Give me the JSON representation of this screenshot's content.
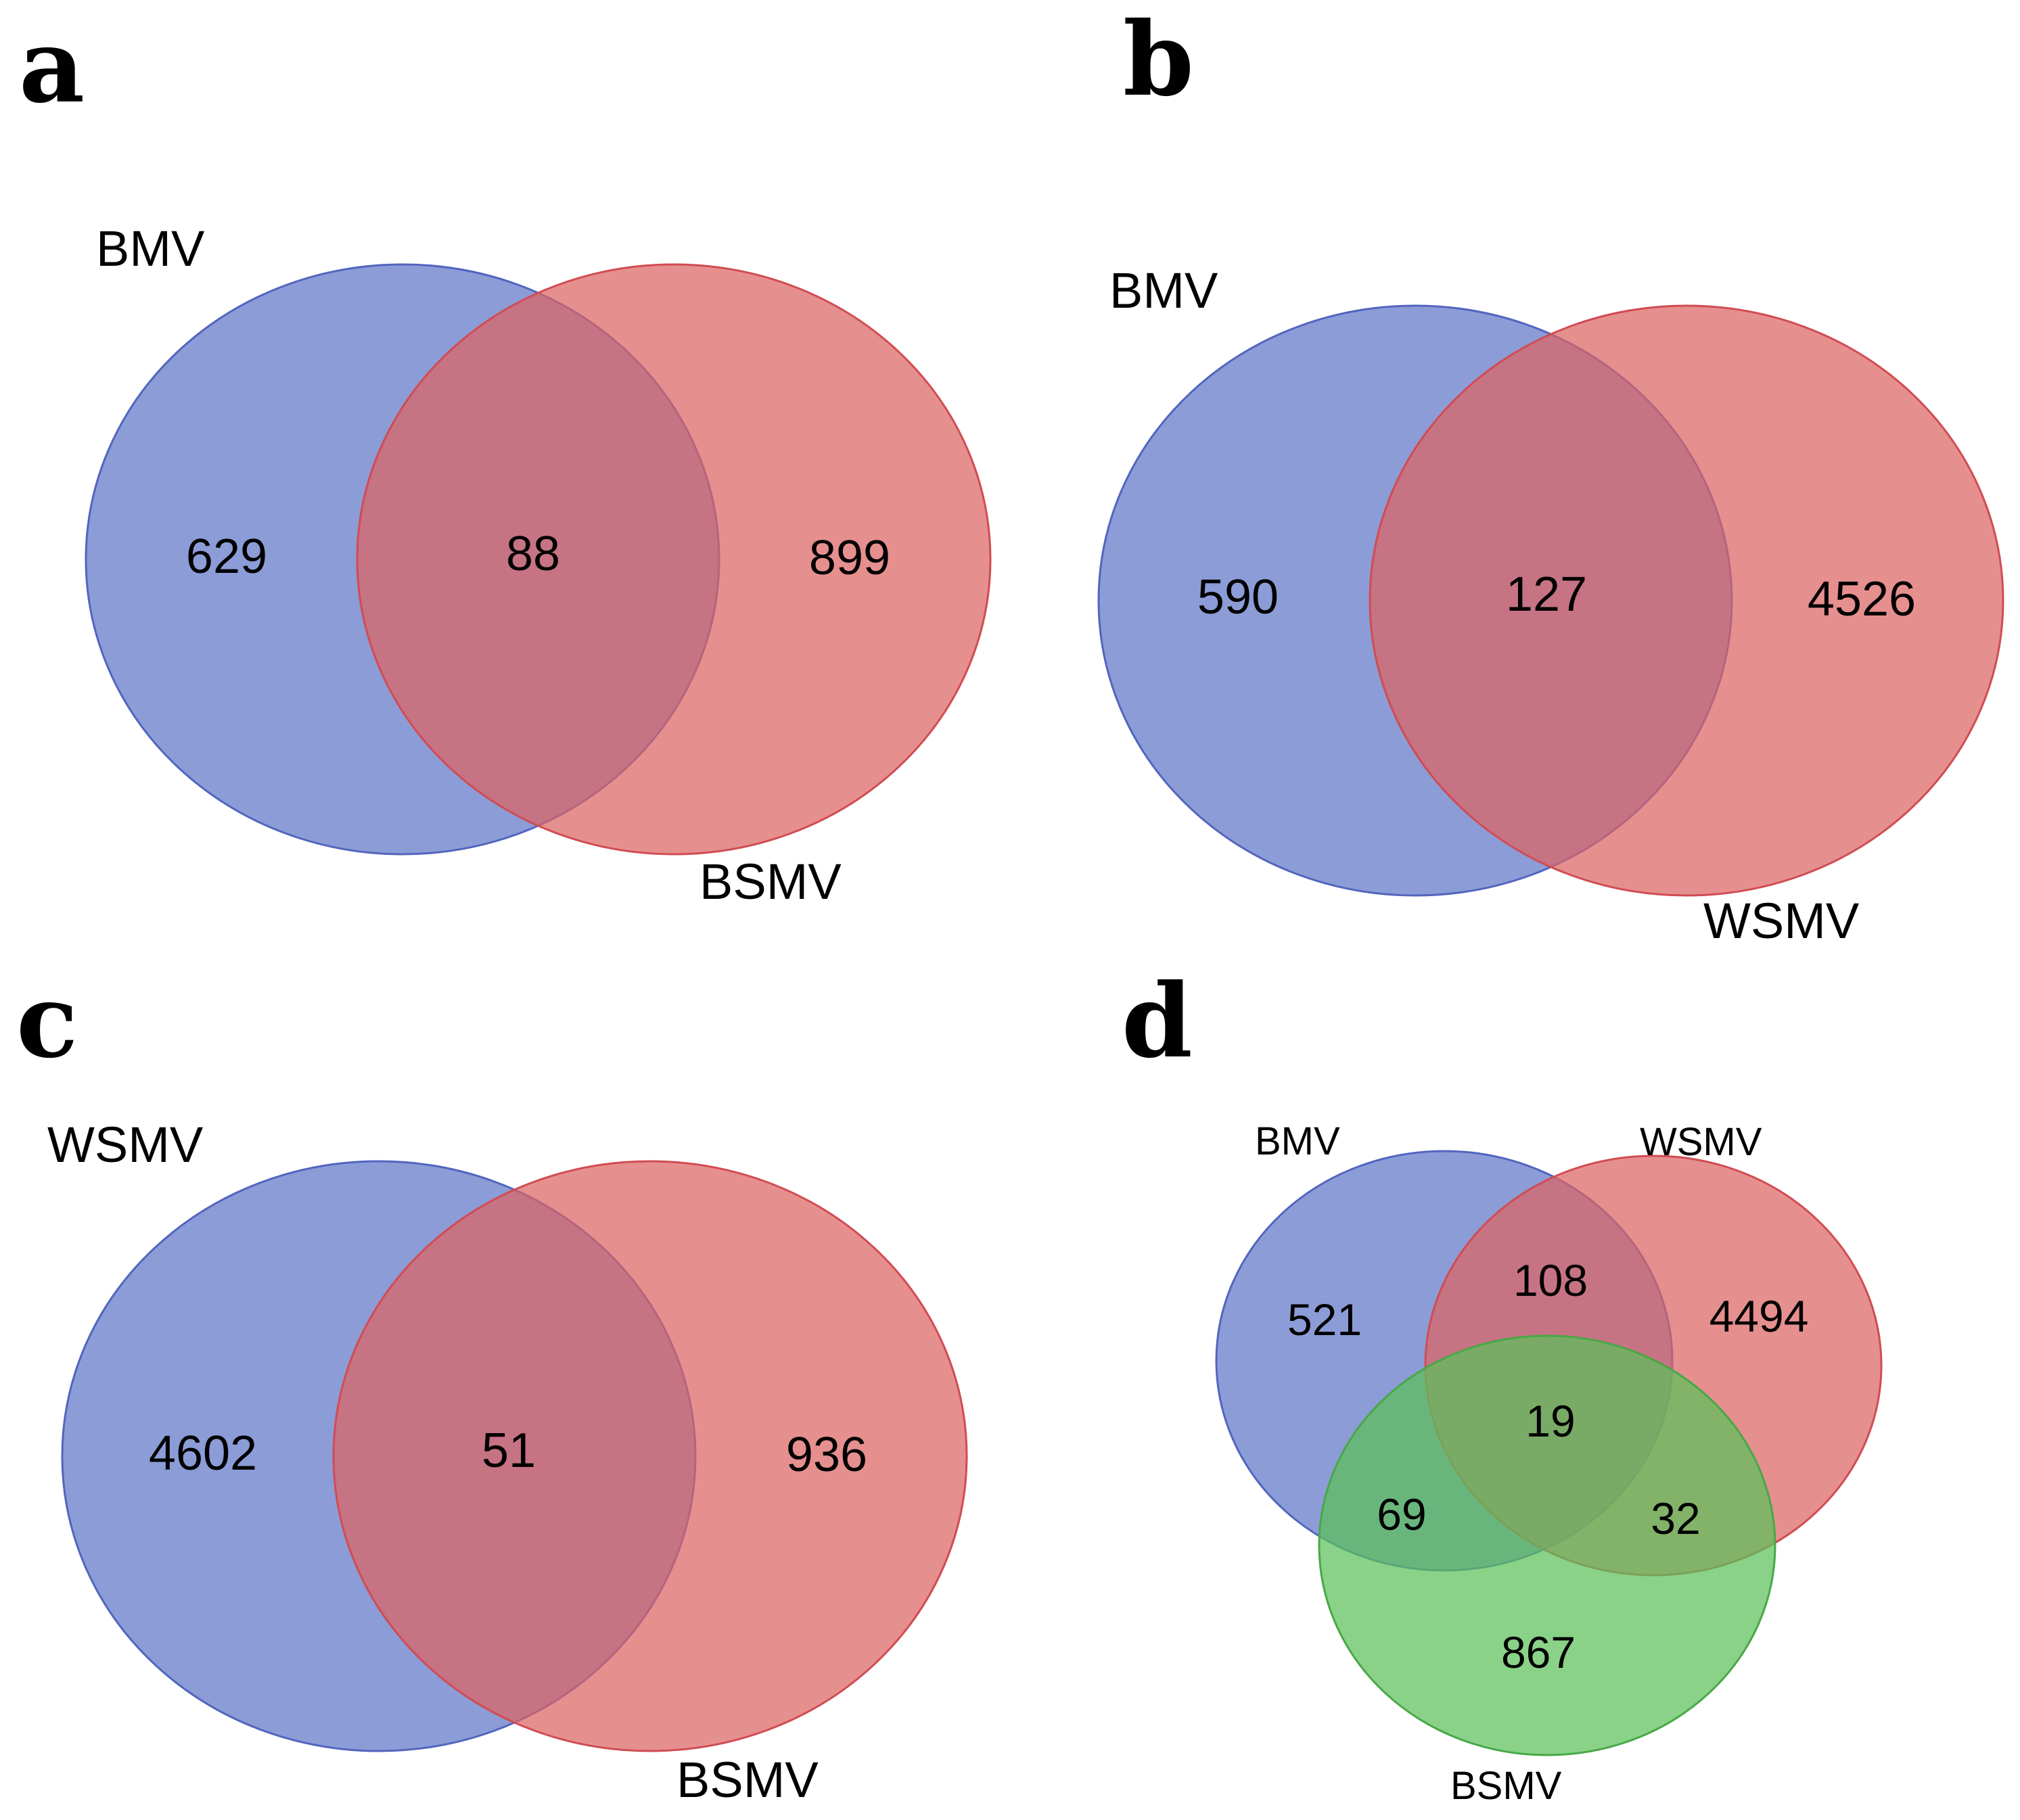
{
  "colors": {
    "blue_fill": "#6b80cc",
    "blue_stroke": "#5265be",
    "red_fill": "#dc6464",
    "red_stroke": "#d04c52",
    "green_fill": "#5cc05a",
    "green_stroke": "#48a846",
    "text": "#000000"
  },
  "panels": {
    "a": {
      "letter": "a",
      "set_labels": [
        "BMV",
        "BSMV"
      ],
      "counts": {
        "left_only": "629",
        "overlap": "88",
        "right_only": "899"
      }
    },
    "b": {
      "letter": "b",
      "set_labels": [
        "BMV",
        "WSMV"
      ],
      "counts": {
        "left_only": "590",
        "overlap": "127",
        "right_only": "4526"
      }
    },
    "c": {
      "letter": "c",
      "set_labels": [
        "WSMV",
        "BSMV"
      ],
      "counts": {
        "left_only": "4602",
        "overlap": "51",
        "right_only": "936"
      }
    },
    "d": {
      "letter": "d",
      "set_labels": [
        "BMV",
        "WSMV",
        "BSMV"
      ],
      "counts": {
        "bmv_only": "521",
        "bmv_wsmv": "108",
        "wsmv_only": "4494",
        "all_three": "19",
        "bmv_bsmv": "69",
        "wsmv_bsmv": "32",
        "bsmv_only": "867"
      }
    }
  }
}
